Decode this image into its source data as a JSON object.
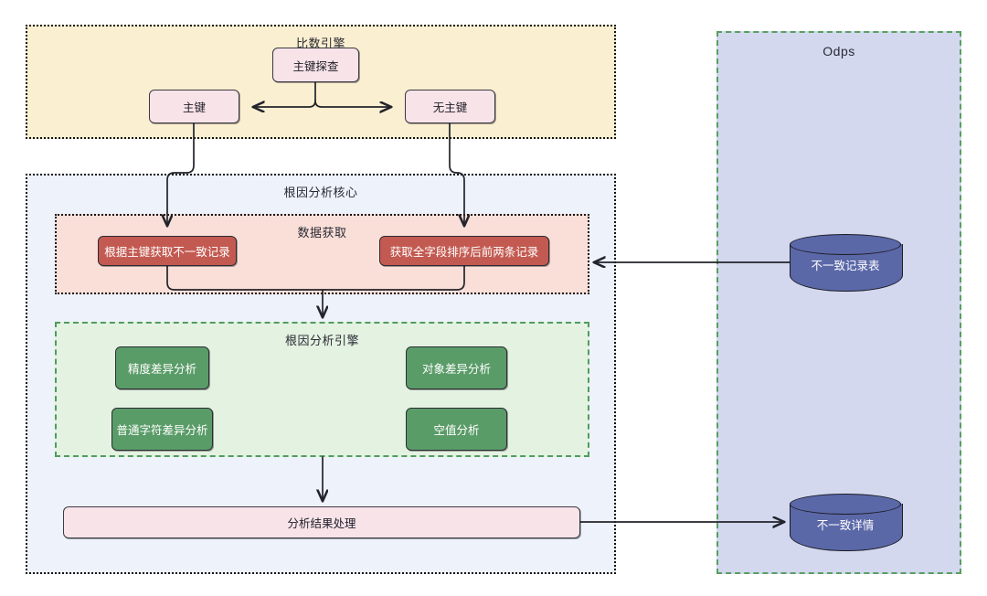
{
  "zones": {
    "compare": {
      "title": "比数引擎"
    },
    "core": {
      "title": "根因分析核心"
    },
    "fetch": {
      "title": "数据获取"
    },
    "engine": {
      "title": "根因分析引擎"
    },
    "odps": {
      "title": "Odps"
    }
  },
  "nodes": {
    "probe": "主键探查",
    "primary_key": "主键",
    "no_primary_key": "无主键",
    "fetch_by_pk": "根据主键获取不一致记录",
    "fetch_sorted_two": "获取全字段排序后前两条记录",
    "precision_diff": "精度差异分析",
    "char_diff": "普通字符差异分析",
    "object_diff": "对象差异分析",
    "null_analysis": "空值分析",
    "result_process": "分析结果处理"
  },
  "storage": {
    "records_table": "不一致记录表",
    "detail_table": "不一致详情"
  },
  "colors": {
    "zone_compare_fill": "#faefd0",
    "zone_core_fill": "#eef2fb",
    "zone_fetch_fill": "#fadfd9",
    "zone_engine_fill": "#e4f2e2",
    "zone_engine_border": "#4f9d5c",
    "zone_odps_fill": "#d3d8ef",
    "zone_odps_border": "#57a05f",
    "node_pink": "#f8e3e8",
    "node_red": "#c35a51",
    "node_green": "#5a9c68",
    "cylinder": "#5b68a8",
    "connector": "#23232b"
  }
}
